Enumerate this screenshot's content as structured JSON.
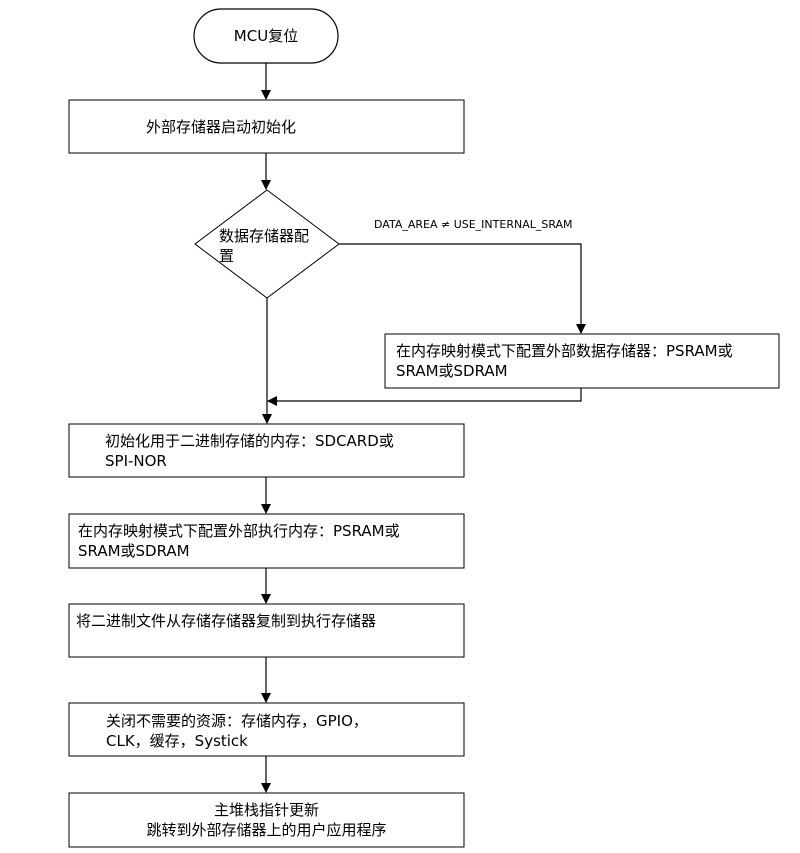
{
  "nodes": {
    "start": "MCU复位",
    "ext_mem_init": "外部存储器启动初始化",
    "decision": "数据存储器配\n置",
    "map_data_mem": "在内存映射模式下配置外部数据存储器：PSRAM或\nSRAM或SDRAM",
    "init_binary_mem": "初始化用于二进制存储的内存：SDCARD或\nSPI-NOR",
    "map_exec_mem": "在内存映射模式下配置外部执行内存：PSRAM或\nSRAM或SDRAM",
    "copy_binary": "将二进制文件从存储存储器复制到执行存储器",
    "close_resources": "关闭不需要的资源：存储内存，GPIO，\nCLK，缓存，Systick",
    "jump_app": "主堆栈指针更新\n跳转到外部存储器上的用户应用程序"
  },
  "edges": {
    "decision_yes_label": "DATA_AREA ≠ USE_INTERNAL_SRAM"
  },
  "colors": {
    "stroke": "#000000",
    "fill": "#ffffff"
  }
}
